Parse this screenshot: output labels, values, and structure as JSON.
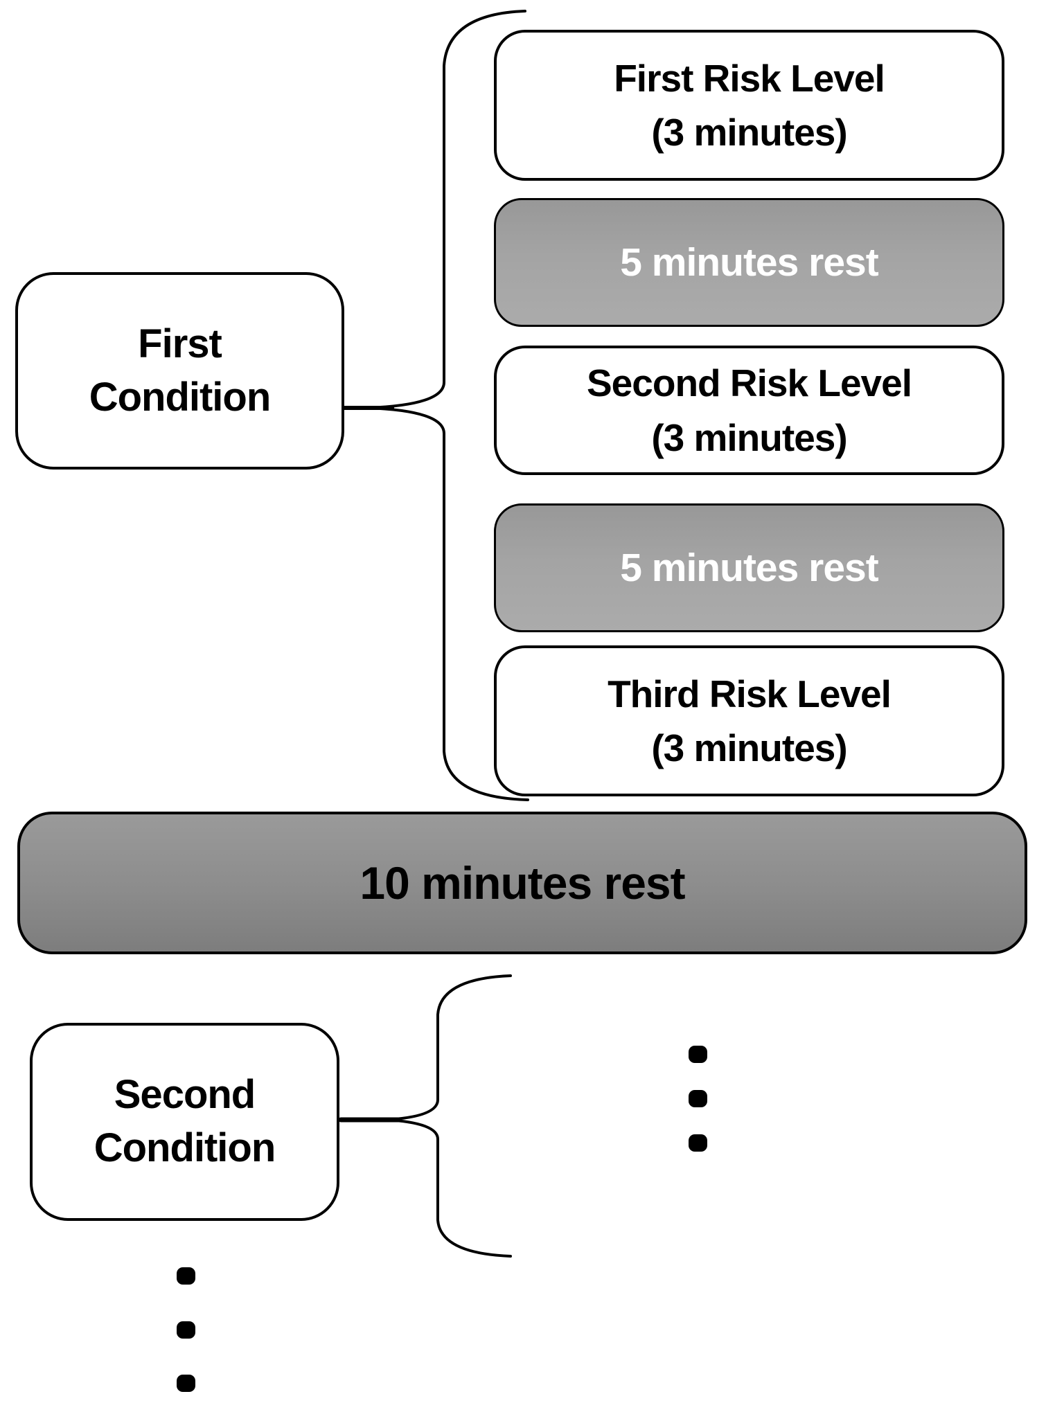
{
  "first_condition": {
    "line1": "First",
    "line2": "Condition"
  },
  "second_condition": {
    "line1": "Second",
    "line2": "Condition"
  },
  "sequence": [
    {
      "line1": "First Risk Level",
      "line2": "(3 minutes)"
    },
    {
      "label": "5 minutes rest"
    },
    {
      "line1": "Second Risk Level",
      "line2": "(3 minutes)"
    },
    {
      "label": "5 minutes rest"
    },
    {
      "line1": "Third Risk Level",
      "line2": "(3 minutes)"
    }
  ],
  "long_rest": {
    "label": "10 minutes rest"
  },
  "colors": {
    "box_border": "#000000",
    "box_fill": "#ffffff",
    "rest_gradient_top": "#989898",
    "rest_gradient_bottom": "#ababab",
    "rest_text": "#ffffff",
    "long_rest_gradient_top": "#9a9a9a",
    "long_rest_gradient_bottom": "#7d7d7d",
    "text": "#000000"
  }
}
